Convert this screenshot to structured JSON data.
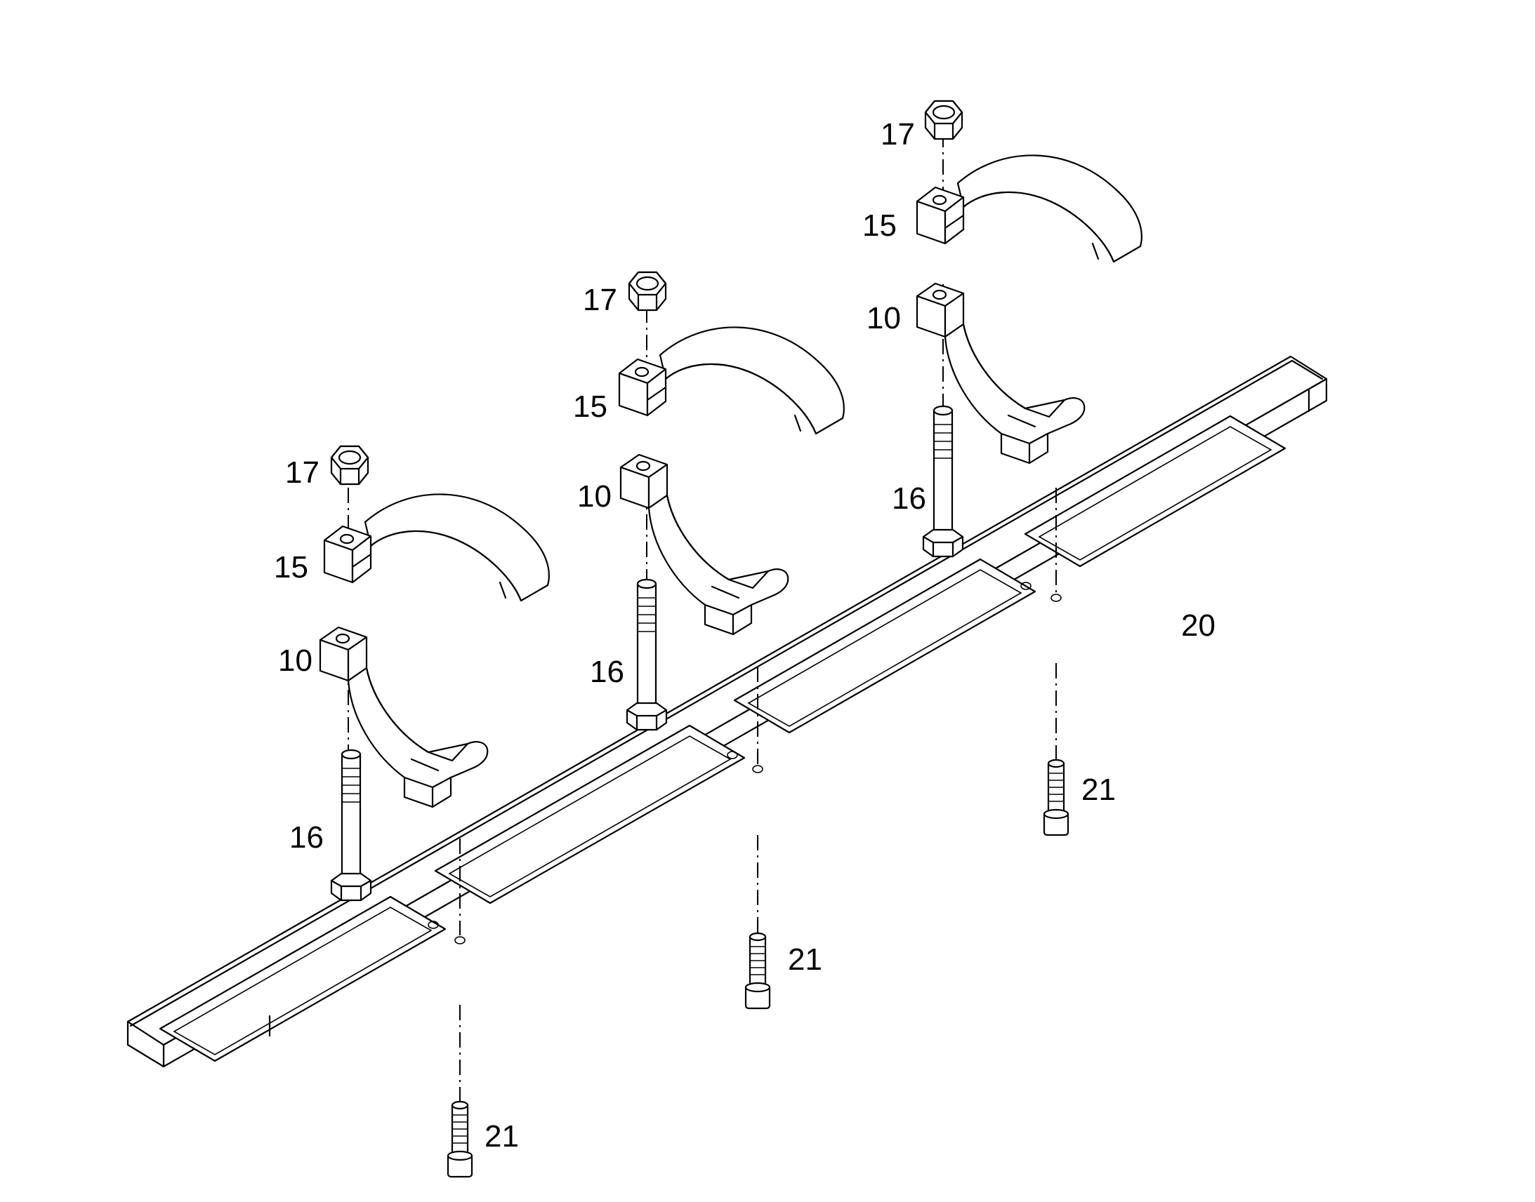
{
  "diagram": {
    "colors": {
      "line": "#000000",
      "background": "#ffffff"
    },
    "callouts": {
      "clamp_left": {
        "nut": "17",
        "upper": "15",
        "lower": "10",
        "bolt": "16"
      },
      "clamp_middle": {
        "nut": "17",
        "upper": "15",
        "lower": "10",
        "bolt": "16"
      },
      "clamp_right": {
        "nut": "17",
        "upper": "15",
        "lower": "10",
        "bolt": "16"
      },
      "rail": "20",
      "screw_left": "21",
      "screw_middle": "21",
      "screw_right": "21"
    }
  }
}
